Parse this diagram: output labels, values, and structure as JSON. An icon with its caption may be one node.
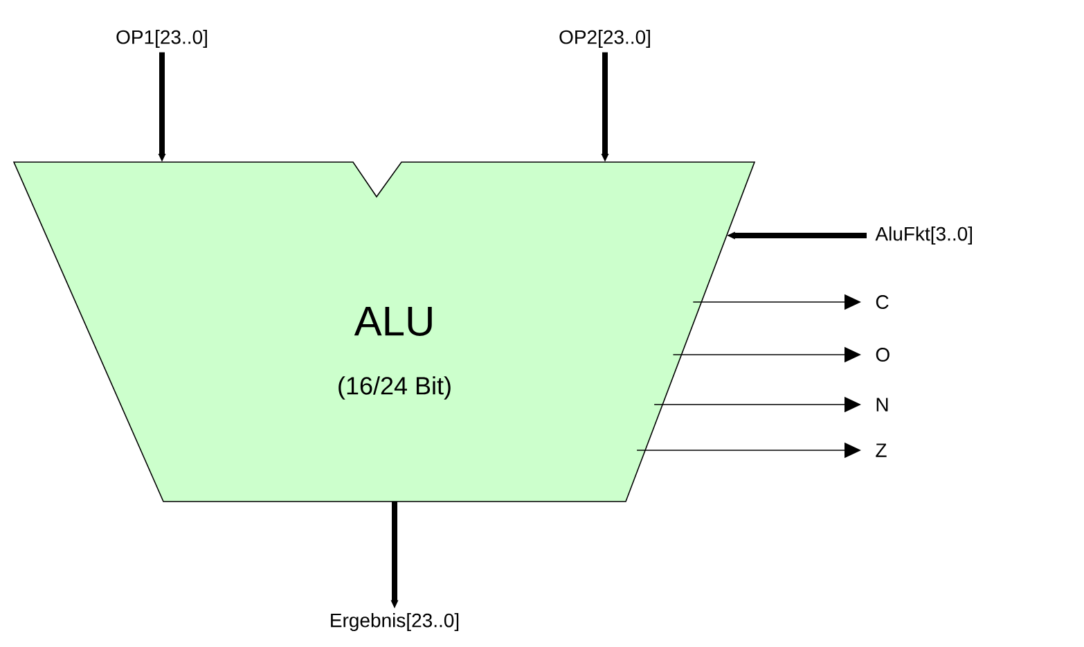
{
  "diagram": {
    "nodes": [
      {
        "text": [
          "ALU",
          "(16/24 Bit)"
        ]
      },
      {
        "text": [
          "OP1[23..0]"
        ]
      },
      {
        "text": [
          "OP2[23..0]"
        ]
      },
      {
        "text": [
          "AluFkt[3..0]"
        ]
      },
      {
        "text": [
          "C"
        ]
      },
      {
        "text": [
          "O"
        ]
      },
      {
        "text": [
          "N"
        ]
      },
      {
        "text": [
          "Z"
        ]
      },
      {
        "text": [
          "Ergebnis[23..0]"
        ]
      }
    ],
    "edges": [
      {
        "from": 1,
        "to": 0,
        "arrow": "to",
        "style": "thick"
      },
      {
        "from": 2,
        "to": 0,
        "arrow": "to",
        "style": "thick"
      },
      {
        "from": 3,
        "to": 0,
        "arrow": "to",
        "style": "thick"
      },
      {
        "from": 0,
        "to": 4,
        "arrow": "to"
      },
      {
        "from": 0,
        "to": 5,
        "arrow": "to"
      },
      {
        "from": 0,
        "to": 6,
        "arrow": "to"
      },
      {
        "from": 0,
        "to": 7,
        "arrow": "to"
      },
      {
        "from": 0,
        "to": 8,
        "arrow": "to",
        "style": "thick"
      }
    ]
  }
}
